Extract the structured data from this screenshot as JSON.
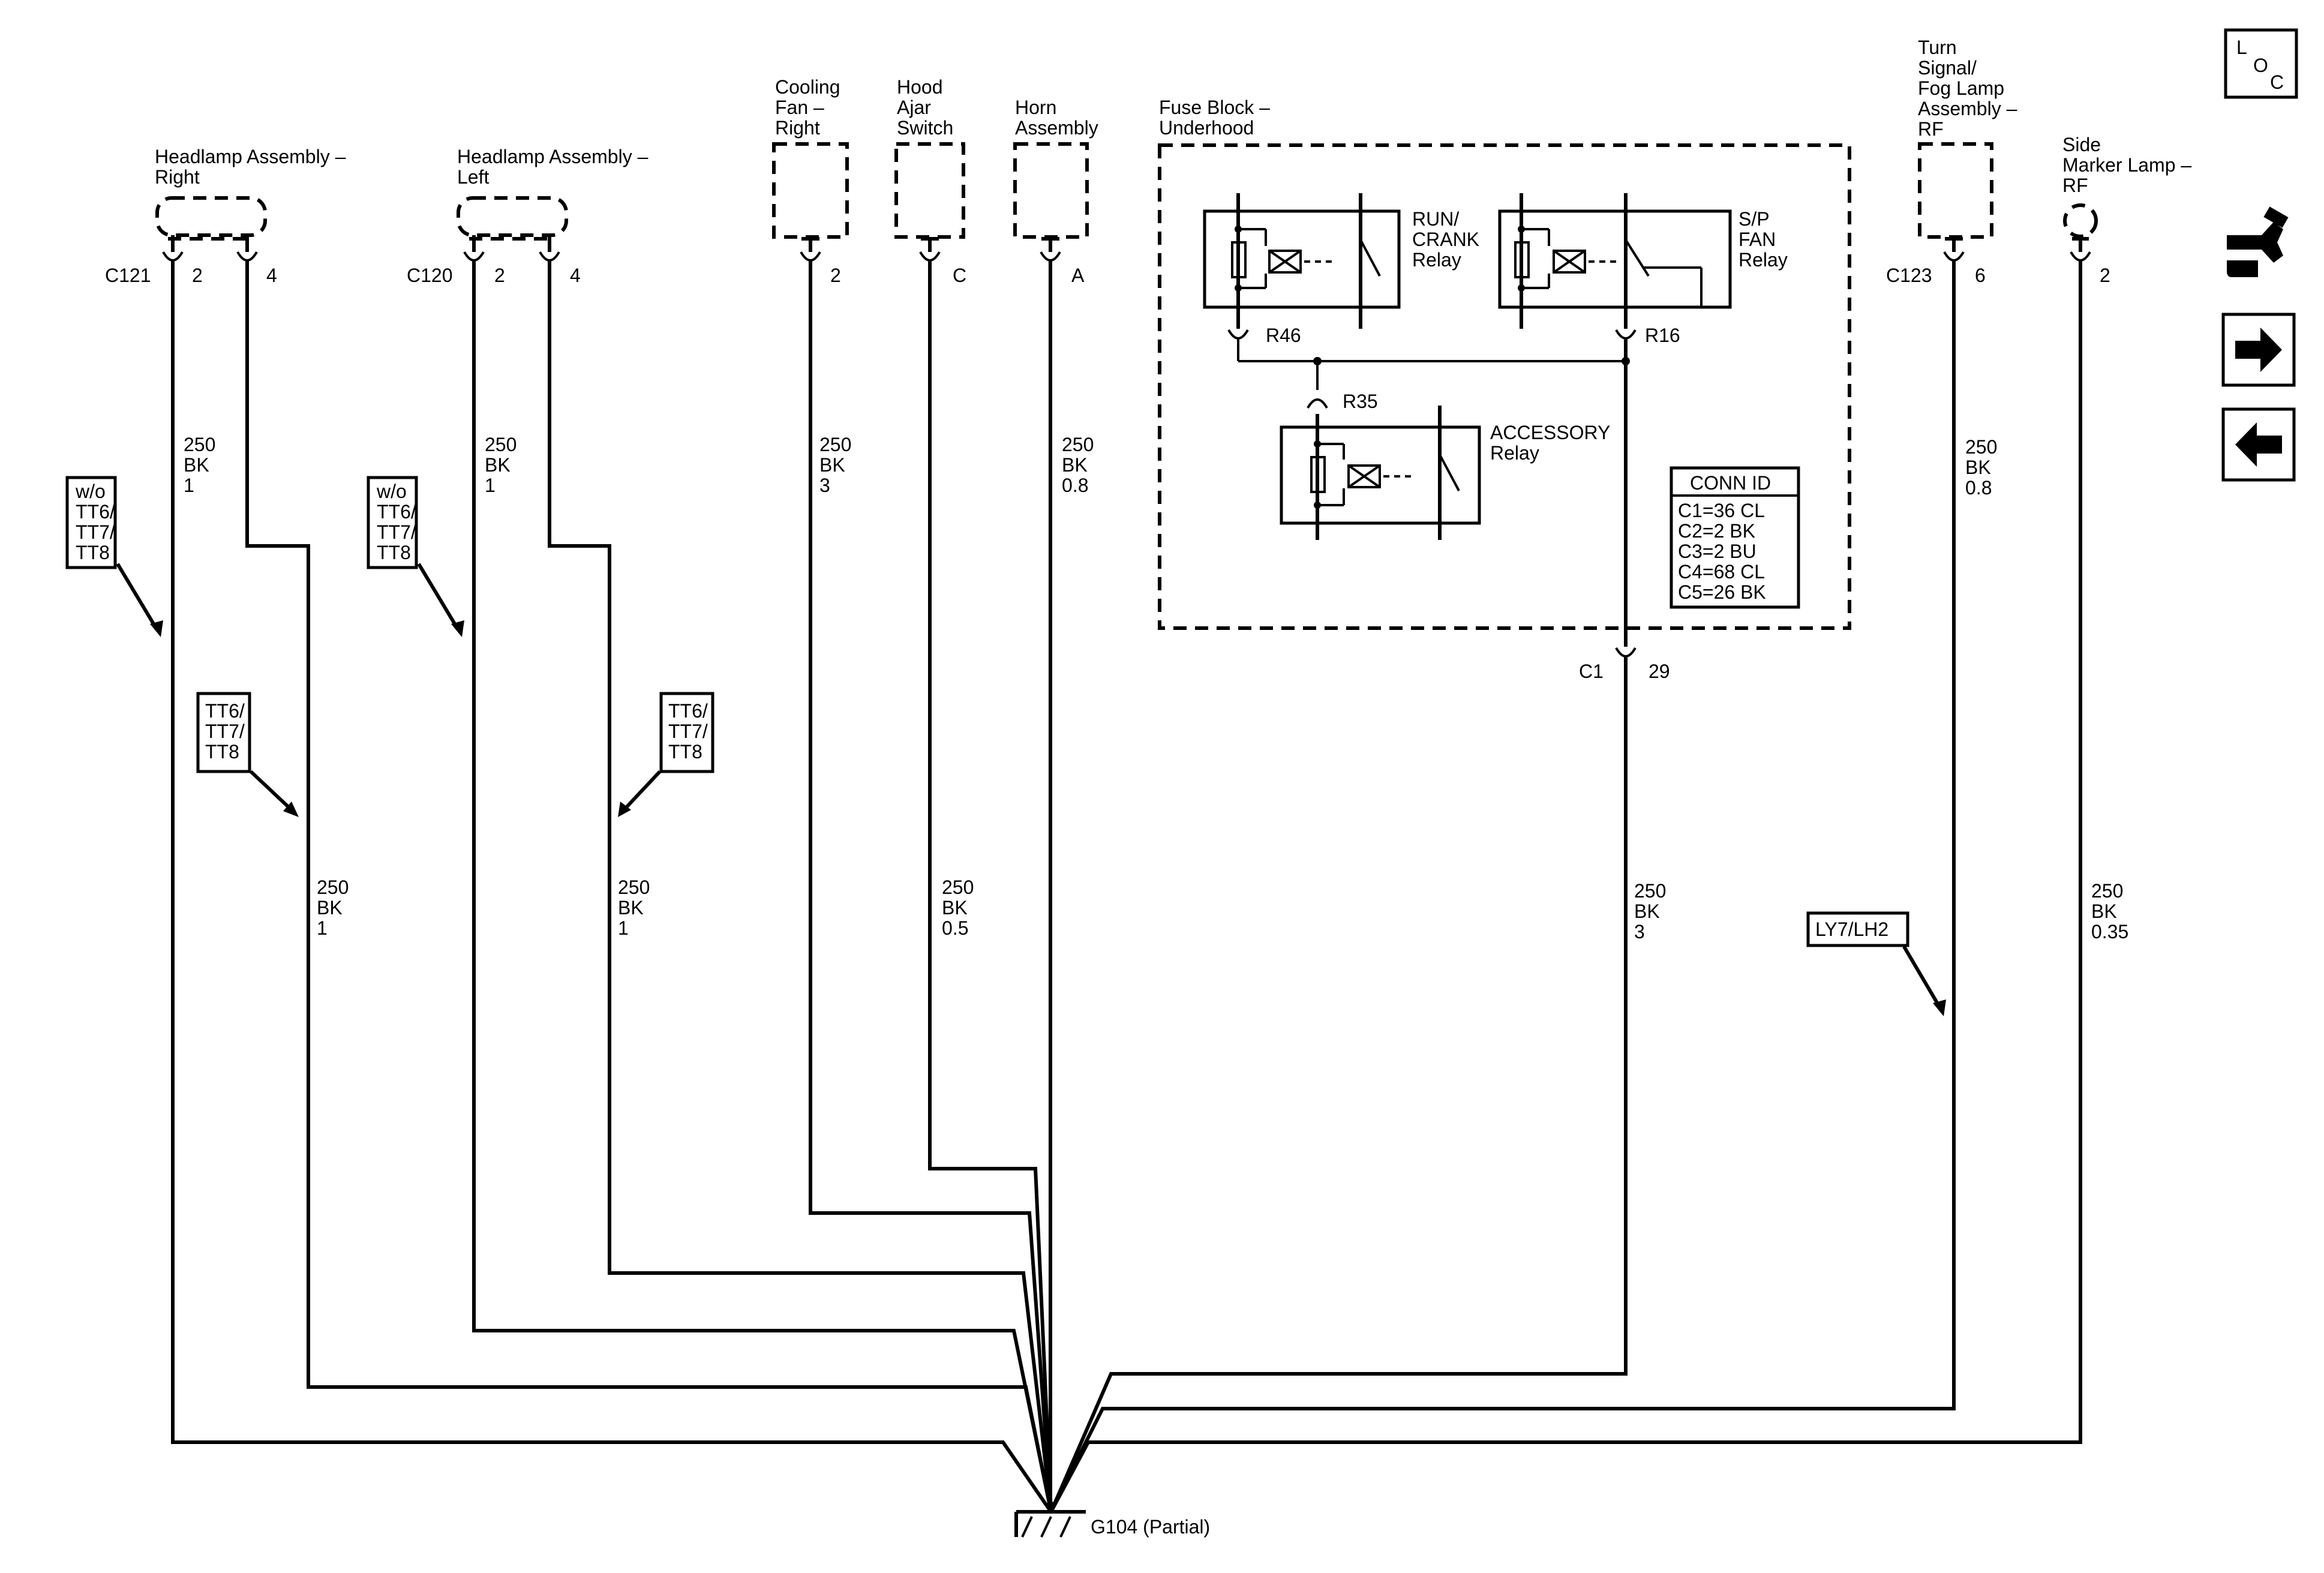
{
  "components": {
    "headlamp_right": [
      "Headlamp Assembly –",
      "Right"
    ],
    "headlamp_left": [
      "Headlamp Assembly –",
      "Left"
    ],
    "cooling_fan": [
      "Cooling",
      "Fan –",
      "Right"
    ],
    "hood_ajar": [
      "Hood",
      "Ajar",
      "Switch"
    ],
    "horn": [
      "Horn",
      "Assembly"
    ],
    "fuse_block": [
      "Fuse Block –",
      "Underhood"
    ],
    "turn_signal": [
      "Turn",
      "Signal/",
      "Fog Lamp",
      "Assembly –",
      "RF"
    ],
    "side_marker": [
      "Side",
      "Marker Lamp –",
      "RF"
    ]
  },
  "connectors": {
    "c121": "C121",
    "c120": "C120",
    "c123": "C123",
    "c1": "C1",
    "r46": "R46",
    "r16": "R16",
    "r35": "R35"
  },
  "pins": {
    "hr_2": "2",
    "hr_4": "4",
    "hl_2": "2",
    "hl_4": "4",
    "cf": "2",
    "ha": "C",
    "horn": "A",
    "ts": "6",
    "sm": "2",
    "c1": "29"
  },
  "relays": {
    "run_crank": [
      "RUN/",
      "CRANK",
      "Relay"
    ],
    "sp_fan": [
      "S/P",
      "FAN",
      "Relay"
    ],
    "accessory": [
      "ACCESSORY",
      "Relay"
    ]
  },
  "wires": {
    "hr1": [
      "250",
      "BK",
      "1"
    ],
    "hl1": [
      "250",
      "BK",
      "1"
    ],
    "hr2": [
      "250",
      "BK",
      "1"
    ],
    "hl2": [
      "250",
      "BK",
      "1"
    ],
    "cf": [
      "250",
      "BK",
      "3"
    ],
    "ha": [
      "250",
      "BK",
      "0.5"
    ],
    "horn": [
      "250",
      "BK",
      "0.8"
    ],
    "c1": [
      "250",
      "BK",
      "3"
    ],
    "ts": [
      "250",
      "BK",
      "0.8"
    ],
    "sm": [
      "250",
      "BK",
      "0.35"
    ]
  },
  "options": {
    "wo_1": [
      "w/o",
      "TT6/",
      "TT7/",
      "TT8"
    ],
    "wo_2": [
      "w/o",
      "TT6/",
      "TT7/",
      "TT8"
    ],
    "tt_1": [
      "TT6/",
      "TT7/",
      "TT8"
    ],
    "tt_2": [
      "TT6/",
      "TT7/",
      "TT8"
    ],
    "ly7": "LY7/LH2"
  },
  "conn_id": {
    "title": "CONN ID",
    "rows": [
      "C1=36 CL",
      "C2=2 BK",
      "C3=2 BU",
      "C4=68 CL",
      "C5=26 BK"
    ]
  },
  "ground": "G104 (Partial)",
  "nav": {
    "loc_icon": "loc-icon",
    "sym": "diagnostic-connector-icon",
    "next": "arrow-right-icon",
    "prev": "arrow-left-icon",
    "loc_text": [
      "L",
      "O",
      "C"
    ]
  }
}
